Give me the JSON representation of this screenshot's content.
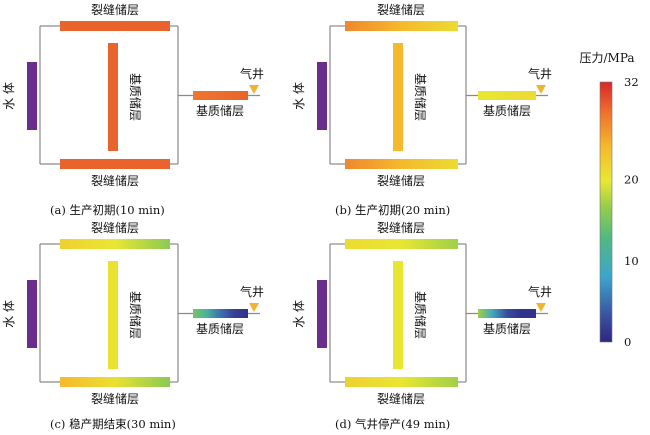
{
  "labels": {
    "fracture": "裂缝储层",
    "matrix": "基质储层",
    "water": "水 体",
    "well": "气井"
  },
  "colorbar": {
    "title": "压力/MPa",
    "ticks": [
      "32",
      "20",
      "10",
      "0"
    ],
    "min": 0,
    "max": 32
  },
  "panels": [
    {
      "caption": "(a) 生产初期(10 min)",
      "top_fracture": [
        29
      ],
      "center_matrix": [
        29
      ],
      "bottom_fracture": [
        29
      ],
      "outlet_matrix": [
        28,
        29
      ]
    },
    {
      "caption": "(b) 生产初期(20 min)",
      "top_fracture": [
        27,
        24,
        21
      ],
      "center_matrix": [
        24
      ],
      "bottom_fracture": [
        27,
        24,
        21
      ],
      "outlet_matrix": [
        20,
        21
      ]
    },
    {
      "caption": "(c) 稳产期结束(30 min)",
      "top_fracture": [
        22,
        20,
        16
      ],
      "center_matrix": [
        20.5
      ],
      "bottom_fracture": [
        24,
        20.5,
        16
      ],
      "outlet_matrix": [
        15,
        11,
        5,
        2,
        1
      ]
    },
    {
      "caption": "(d) 气井停产(49 min)",
      "top_fracture": [
        21,
        20,
        17
      ],
      "center_matrix": [
        20
      ],
      "bottom_fracture": [
        22,
        20,
        17
      ],
      "outlet_matrix": [
        17,
        9,
        3,
        1,
        1
      ]
    }
  ],
  "colors": {
    "water_body": "#6a2d8c",
    "well_marker": "#f2b233",
    "frame_line": "#8a8a8a"
  }
}
